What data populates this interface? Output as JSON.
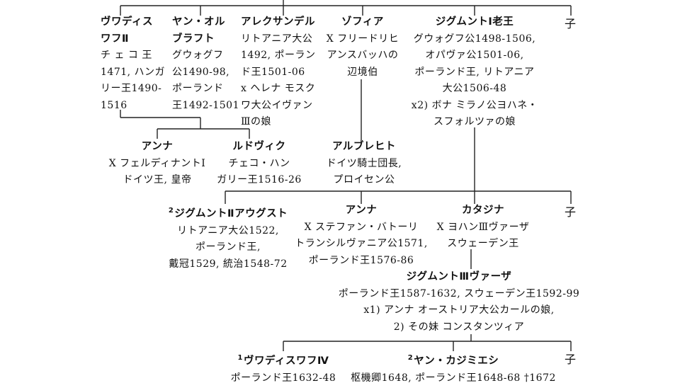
{
  "gen1": {
    "wladyslaw": {
      "name": [
        "ヴワディス",
        "ワフⅡ"
      ],
      "lines": [
        "チ ェ コ 王",
        "1471, ハンガ",
        "リー王1490-",
        "1516"
      ]
    },
    "jan_olbracht": {
      "name": [
        "ヤン・オル",
        "ブラフト"
      ],
      "lines": [
        "グウォグフ",
        "公1490-98,",
        "ポーランド",
        "王1492-1501"
      ]
    },
    "aleksander": {
      "name": [
        "アレクサンデル"
      ],
      "lines": [
        "リトアニア大公",
        "1492, ポーラン",
        "ド王1501-06",
        "x ヘレナ モスク",
        "ワ大公イヴァン",
        "Ⅲの娘"
      ]
    },
    "zofia": {
      "name": [
        "ゾフィア"
      ],
      "lines": [
        "X フリードリヒ",
        "アンスバッハの",
        "辺境伯"
      ]
    },
    "zygmunt1": {
      "name": [
        "ジグムントⅠ老王"
      ],
      "lines": [
        "グウォグフ公1498-1506,",
        "オパヴァ公1501-06,",
        "ポーランド王, リトアニア",
        "大公1506-48",
        "x2) ボナ ミラノ公ヨハネ・",
        "スフォルツァの娘"
      ]
    },
    "child_mark_1": "子"
  },
  "gen2a": {
    "anna": {
      "name": [
        "アンナ"
      ],
      "lines": [
        "X フェルディナントⅠ",
        "ドイツ王, 皇帝"
      ]
    },
    "ludwik": {
      "name": [
        "ルドヴィク"
      ],
      "lines": [
        "チェコ・ハン",
        "ガリー王1516-26"
      ]
    },
    "albrecht": {
      "name": [
        "アルブレヒト"
      ],
      "lines": [
        "ドイツ騎士団長,",
        "プロイセン公"
      ]
    }
  },
  "gen2b": {
    "zygmunt2": {
      "sup": "2",
      "name": [
        "ジグムントⅡアウグスト"
      ],
      "lines": [
        "リトアニア大公1522,",
        "ポーランド王,",
        "戴冠1529, 統治1548-72"
      ]
    },
    "anna2": {
      "name": [
        "アンナ"
      ],
      "lines": [
        "X ステファン・バトーリ",
        "トランシルヴァニア公1571,",
        "ポーランド王1576-86"
      ]
    },
    "katarzyna": {
      "name": [
        "カタジナ"
      ],
      "lines": [
        "X ヨハンⅢヴァーザ",
        "スウェーデン王"
      ]
    },
    "child_mark_2": "子"
  },
  "gen3": {
    "zygmunt3": {
      "name": [
        "ジグムントⅢヴァーザ"
      ],
      "lines": [
        "ポーランド王1587-1632, スウェーデン王1592-99",
        "x1) アンナ オーストリア大公カールの娘,",
        "2) その妹 コンスタンツィア"
      ]
    }
  },
  "gen4": {
    "wladyslaw4": {
      "sup": "1",
      "name": [
        "ヴワディスワフⅣ"
      ],
      "lines": [
        "ポーランド王1632-48"
      ]
    },
    "jan_kazimierz": {
      "sup": "2",
      "name": [
        "ヤン・カジミエシ"
      ],
      "lines": [
        "枢機卿1648, ポーランド王1648-68 †1672"
      ]
    },
    "child_mark_3": "子"
  }
}
